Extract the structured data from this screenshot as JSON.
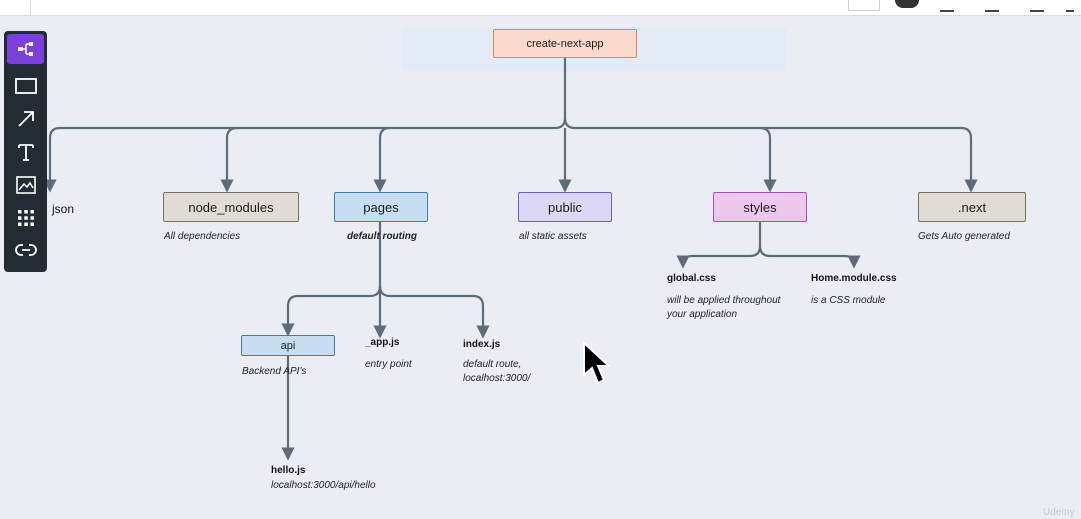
{
  "colors": {
    "line": "#5f6b78",
    "background": "#eaeef4"
  },
  "toolbar": {
    "items": [
      {
        "name": "diagram-icon",
        "active": true
      },
      {
        "name": "rectangle-icon"
      },
      {
        "name": "arrow-icon"
      },
      {
        "name": "text-icon"
      },
      {
        "name": "image-icon"
      },
      {
        "name": "grid-icon"
      },
      {
        "name": "link-icon"
      }
    ]
  },
  "diagram": {
    "root": {
      "label": "create-next-app"
    },
    "partial": {
      "label": "json"
    },
    "node_modules": {
      "label": "node_modules",
      "caption": "All dependencies"
    },
    "pages": {
      "label": "pages",
      "caption": "default routing"
    },
    "public": {
      "label": "public",
      "caption": "all static assets"
    },
    "styles": {
      "label": "styles"
    },
    "next": {
      "label": ".next",
      "caption": "Gets Auto generated"
    },
    "api": {
      "label": "api",
      "caption": "Backend API's"
    },
    "app_js": {
      "label": "_app.js",
      "caption": "entry point"
    },
    "index_js": {
      "label": "index.js",
      "caption_line1": "default route,",
      "caption_line2": "localhost:3000/"
    },
    "global_css": {
      "label": "global.css",
      "caption_line1": "will be applied throughout",
      "caption_line2": "your application"
    },
    "home_module": {
      "label": "Home.module.css",
      "caption": "is a CSS module"
    },
    "hello_js": {
      "label": "hello.js",
      "caption": "localhost:3000/api/hello"
    }
  },
  "watermark": "Udemy"
}
